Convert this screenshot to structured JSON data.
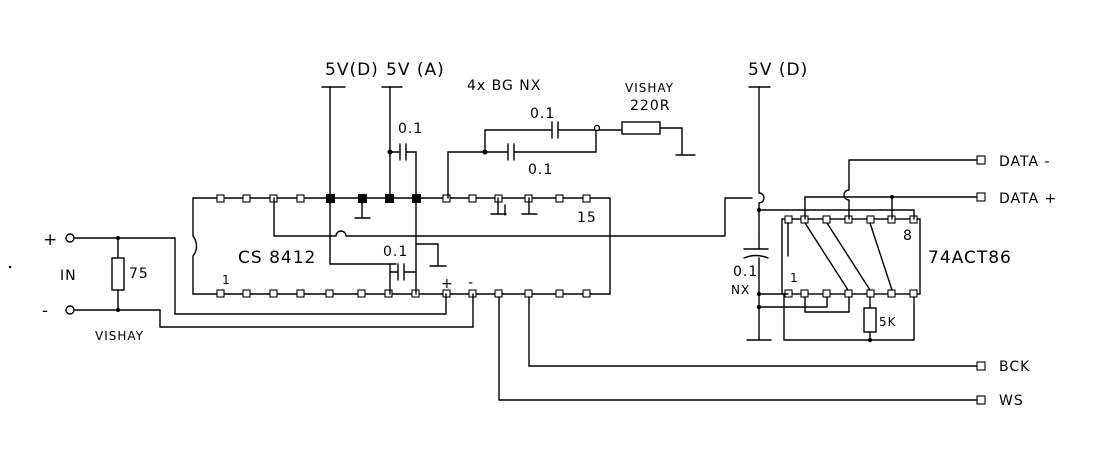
{
  "supplies": {
    "vd_left": "5V(D)",
    "va": "5V (A)",
    "vd_right": "5V (D)"
  },
  "chips": {
    "receiver": "CS 8412",
    "receiver_pin1": "1",
    "receiver_pin15": "15",
    "xor": "74ACT86",
    "xor_pin8": "8",
    "xor_pin1": "1"
  },
  "caps": {
    "supply_decoupling": "0.1",
    "vref_decoupling": "0.1",
    "filter_top": "0.1",
    "filter_bottom": "0.1",
    "xor_decoupling": "0.1",
    "xor_decoupling_type": "NX"
  },
  "labels": {
    "cap_note": "4x BG NX",
    "resistor_brand_top": "VISHAY",
    "resistor_value_top": "220R",
    "input_resistor": "75",
    "input_brand": "VISHAY",
    "pull_resistor": "5K"
  },
  "input": {
    "label": "IN",
    "plus": "+",
    "minus": "-"
  },
  "chip_pin_marks": {
    "plus": "+",
    "minus": "-"
  },
  "outputs": {
    "data_minus": "DATA -",
    "data_plus": "DATA +",
    "bck": "BCK",
    "ws": "WS"
  }
}
